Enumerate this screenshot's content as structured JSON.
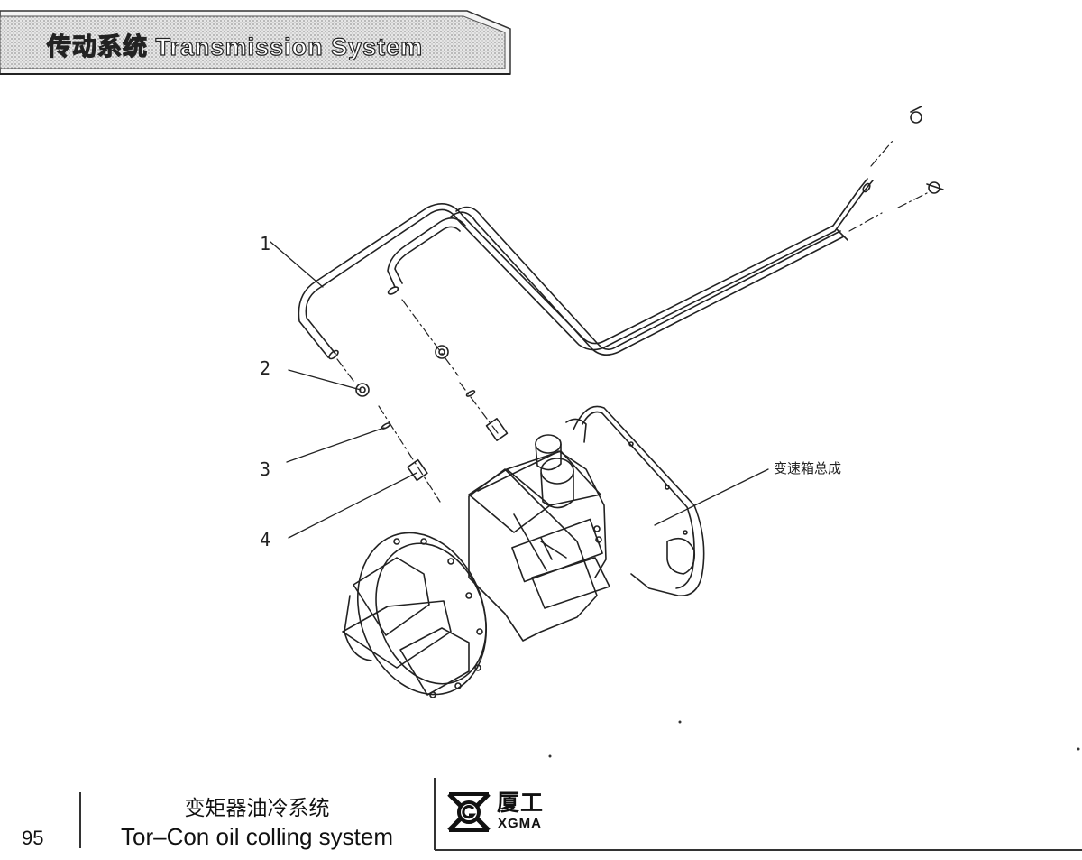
{
  "header": {
    "title": "传动系统 Transmission System"
  },
  "diagram": {
    "callouts": [
      {
        "number": "1"
      },
      {
        "number": "2"
      },
      {
        "number": "3"
      },
      {
        "number": "4"
      }
    ],
    "assembly_label": "变速箱总成"
  },
  "footer": {
    "page_number": "95",
    "caption_zh": "变矩器油冷系统",
    "caption_en": "Tor–Con oil colling system",
    "brand_zh": "厦工",
    "brand_en": "XGMA"
  },
  "colors": {
    "ink": "#222222",
    "banner_fill": "#cfcfcf"
  }
}
